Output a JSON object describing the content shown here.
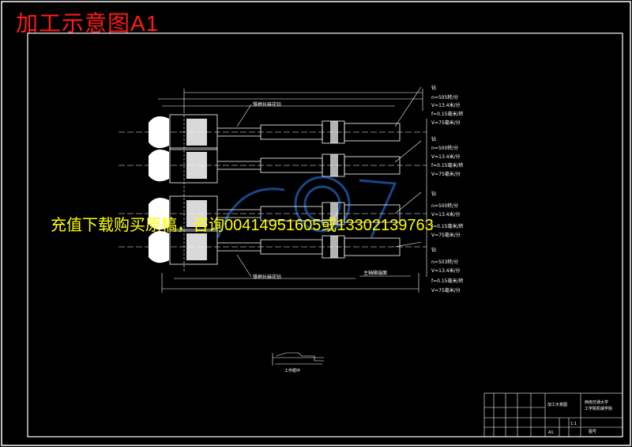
{
  "title": "加工示意图A1",
  "watermark": "充值下载购买原稿，咨询00414951605或13302139763",
  "callouts": {
    "drill_top": "锥柄长麻花钻",
    "drill_bottom": "锥柄长麻花钻",
    "spindle_box": "主轴箱端面",
    "workpiece_caption": "工作循环"
  },
  "params": [
    {
      "op": "钻",
      "n": "n=505转/分",
      "v": "V=13.4米/分",
      "f": "f=0.15毫米/转",
      "vf": "V=75毫米/分"
    },
    {
      "op": "钻",
      "n": "n=500转/分",
      "v": "V=13.4米/分",
      "f": "f=0.15毫米/转",
      "vf": "V=75毫米/分"
    },
    {
      "op": "钻",
      "n": "n=500转/分",
      "v": "V=13.4米/分",
      "f": "f=0.15毫米/转",
      "vf": "V=75毫米/分"
    },
    {
      "op": "钻",
      "n": "n=503转/分",
      "v": "V=13.4米/分",
      "f": "f=0.15毫米/转",
      "vf": "V=75毫米/分"
    }
  ],
  "title_block": {
    "drawing_name": "加工示意图",
    "school": "西南交通大学",
    "school_sub": "工学院机械学院",
    "scale": "1:1",
    "sheet": "A1",
    "remark": "图号"
  }
}
